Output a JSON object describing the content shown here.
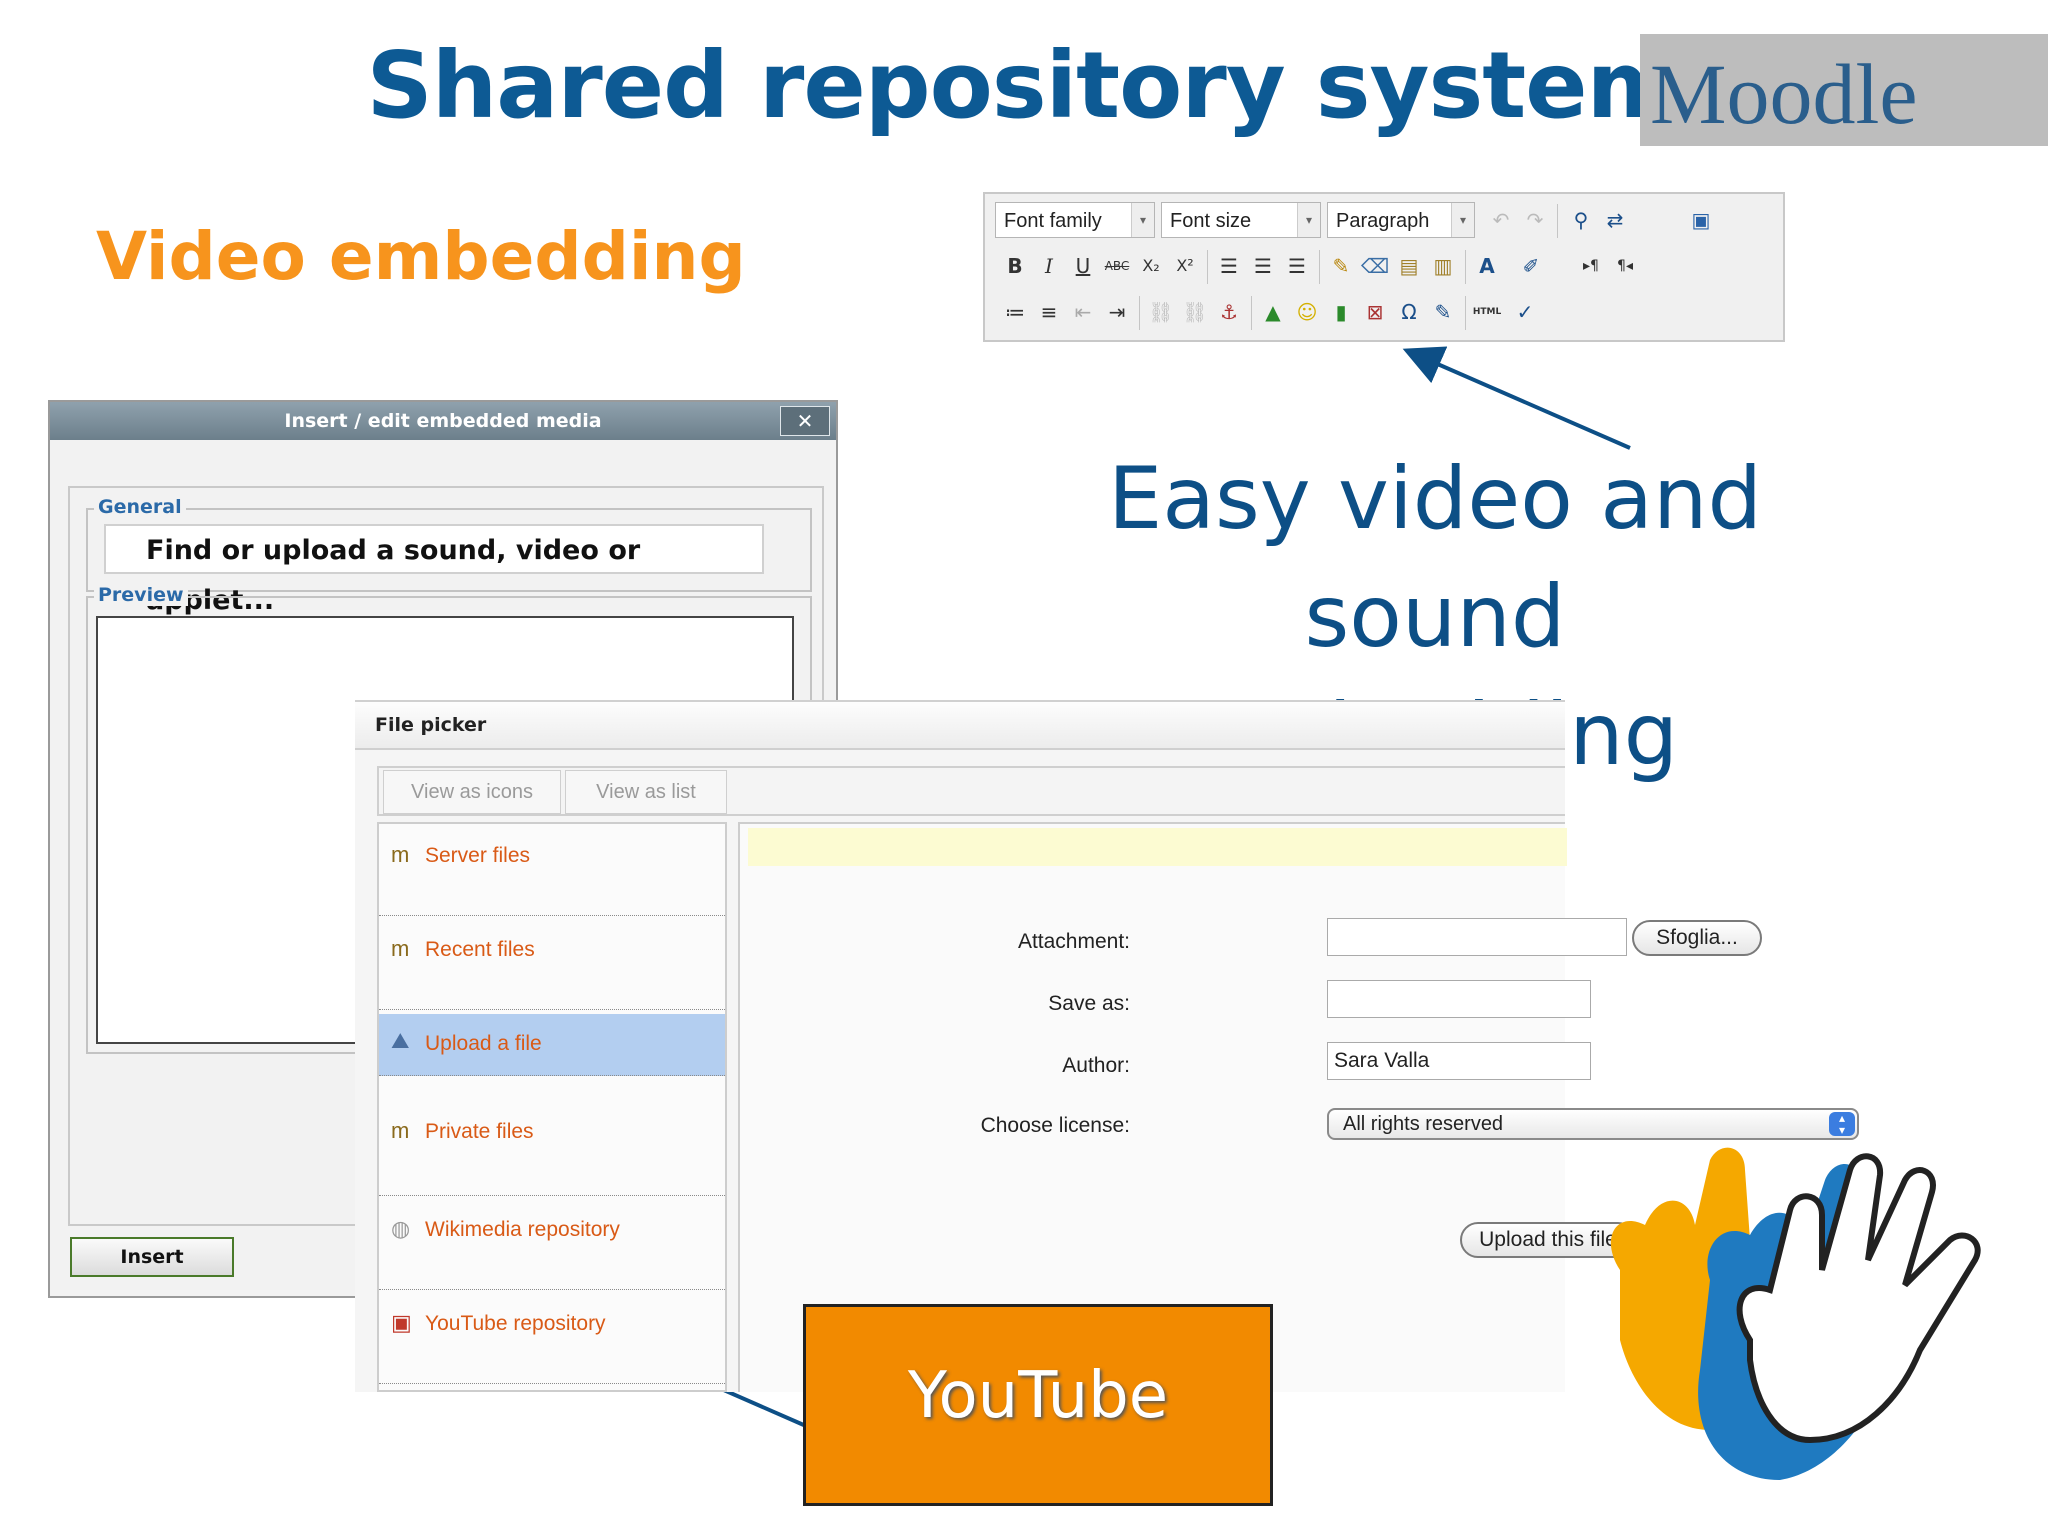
{
  "slide": {
    "title": "Shared repository system",
    "brand": "Moodle",
    "subtitle": "Video embedding",
    "caption_line1": "Easy video and sound",
    "caption_line2": "embedding",
    "colors": {
      "title": "#0d5a94",
      "subtitle": "#f7941d",
      "caption": "#0d4f86",
      "youtube_box": "#f28a00"
    }
  },
  "toolbar": {
    "font_family": "Font family",
    "font_size": "Font size",
    "paragraph": "Paragraph",
    "icons": [
      "undo-icon",
      "redo-icon",
      "find-icon",
      "replace-icon",
      "fullscreen-icon",
      "bold-icon",
      "italic-icon",
      "underline-icon",
      "strikethrough-icon",
      "subscript-icon",
      "superscript-icon",
      "align-left-icon",
      "align-center-icon",
      "align-right-icon",
      "cleanup-icon",
      "eraser-icon",
      "paste-text-icon",
      "paste-word-icon",
      "text-color-icon",
      "highlight-icon",
      "ltr-icon",
      "rtl-icon",
      "bullet-list-icon",
      "numbered-list-icon",
      "outdent-icon",
      "indent-icon",
      "link-icon",
      "unlink-icon",
      "anchor-icon",
      "image-icon",
      "emoticon-icon",
      "media-icon",
      "nonbreaking-icon",
      "special-char-icon",
      "edit-icon",
      "html-icon",
      "spellcheck-icon"
    ],
    "labels": {
      "bold": "B",
      "italic": "I",
      "underline": "U",
      "strike": "ABC",
      "sub": "X₂",
      "sup": "X²",
      "html": "HTML",
      "omega": "Ω"
    }
  },
  "media_dialog": {
    "title": "Insert / edit embedded media",
    "close": "✕",
    "general_legend": "General",
    "find_text": "Find or upload a sound, video or applet...",
    "preview_legend": "Preview",
    "insert_label": "Insert"
  },
  "file_picker": {
    "title": "File picker",
    "view_tabs": [
      "View as icons",
      "View as list"
    ],
    "repositories": [
      {
        "label": "Server files",
        "icon": "moodle-icon",
        "active": false
      },
      {
        "label": "Recent files",
        "icon": "moodle-icon",
        "active": false
      },
      {
        "label": "Upload a file",
        "icon": "upload-icon",
        "active": true
      },
      {
        "label": "Private files",
        "icon": "moodle-icon",
        "active": false
      },
      {
        "label": "Wikimedia repository",
        "icon": "wikimedia-icon",
        "active": false
      },
      {
        "label": "YouTube repository",
        "icon": "youtube-icon",
        "active": false
      }
    ],
    "form": {
      "attachment_label": "Attachment:",
      "attachment_value": "",
      "browse_label": "Sfoglia...",
      "save_as_label": "Save as:",
      "save_as_value": "",
      "author_label": "Author:",
      "author_value": "Sara Valla",
      "license_label": "Choose license:",
      "license_value": "All rights reserved",
      "upload_button": "Upload this file"
    }
  },
  "youtube_callout": "YouTube"
}
